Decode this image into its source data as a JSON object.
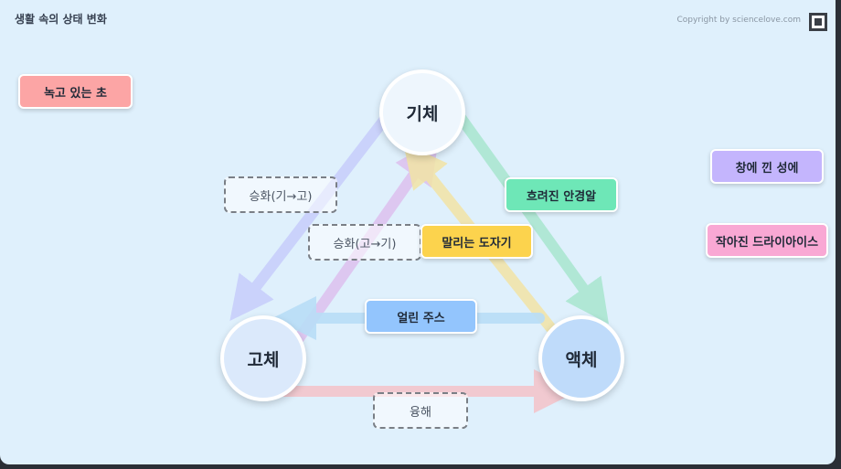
{
  "page": {
    "title": "생활 속의 상태 변화",
    "copyright": "Copyright by sciencelove.com"
  },
  "states": {
    "gas": "기체",
    "solid": "고체",
    "liquid": "액체"
  },
  "transitions": {
    "sublimation_gas_to_solid": "승화(기→고)",
    "sublimation_solid_to_gas": "승화(고→기)",
    "melting": "융해"
  },
  "examples": [
    {
      "id": "melting-candle",
      "label": "녹고 있는 초",
      "color": "#fca5a5"
    },
    {
      "id": "foggy-glasses",
      "label": "흐려진 안경알",
      "color": "#6ee7b7"
    },
    {
      "id": "drying-pottery",
      "label": "말리는 도자기",
      "color": "#fcd34d"
    },
    {
      "id": "frozen-juice",
      "label": "얼린 주스",
      "color": "#93c5fd"
    },
    {
      "id": "window-frost",
      "label": "창에 낀 성에",
      "color": "#c4b5fd"
    },
    {
      "id": "shrunken-dry-ice",
      "label": "작아진 드라이아이스",
      "color": "#f9a8d4"
    }
  ],
  "arrow_colors": {
    "gas_to_solid": "#c7cdfb",
    "solid_to_gas": "#ddc0ef",
    "gas_to_liquid": "#a8e6cf",
    "liquid_to_gas": "#f2e4a6",
    "liquid_to_solid": "#b9def7",
    "solid_to_liquid": "#f3c5cc"
  }
}
